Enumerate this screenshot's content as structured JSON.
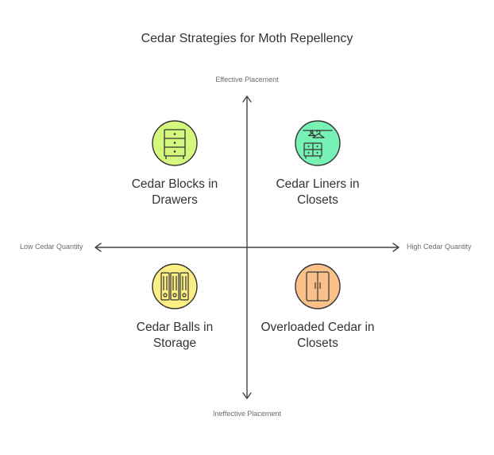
{
  "title": "Cedar Strategies for Moth Repellency",
  "axes": {
    "top": "Effective Placement",
    "bottom": "Ineffective Placement",
    "left": "Low Cedar Quantity",
    "right": "High Cedar Quantity"
  },
  "quadrants": [
    {
      "label": "Cedar Blocks in Drawers",
      "icon": "drawers-icon",
      "color": "#d4f77d"
    },
    {
      "label": "Cedar Liners in Closets",
      "icon": "hanger-dresser-icon",
      "color": "#78f1b4"
    },
    {
      "label": "Cedar Balls in Storage",
      "icon": "storage-bins-icon",
      "color": "#fbee84"
    },
    {
      "label": "Overloaded Cedar in Closets",
      "icon": "wardrobe-icon",
      "color": "#f9c08a"
    }
  ]
}
